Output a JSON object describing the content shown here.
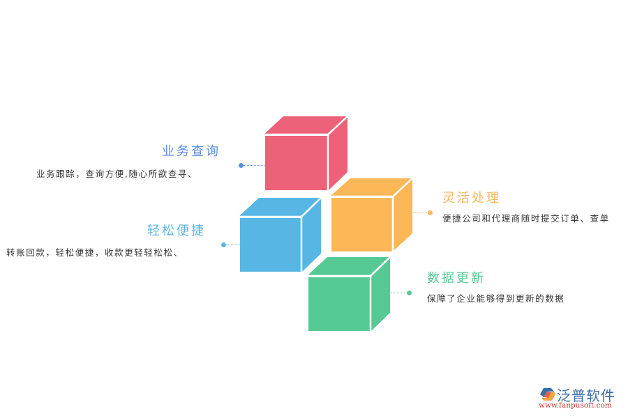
{
  "items": [
    {
      "title": "业务查询",
      "desc": "业务跟踪，查询方便,随心所欲查寻、",
      "color": "#5b8fe0",
      "cube_color": "#ee6279"
    },
    {
      "title": "轻松便捷",
      "desc": "转账回款，轻松便捷，收款更轻轻松松、",
      "color": "#5ab6e4",
      "cube_color": "#57b6e4"
    },
    {
      "title": "灵活处理",
      "desc": "便捷公司和代理商随时提交订单、查单",
      "color": "#fbb65a",
      "cube_color": "#fdb756"
    },
    {
      "title": "数据更新",
      "desc": "保障了企业能够得到更新的数据",
      "color": "#56c992",
      "cube_color": "#56ca95"
    }
  ],
  "logo": {
    "name": "泛普软件",
    "url": "www.fanpusoft.com"
  }
}
